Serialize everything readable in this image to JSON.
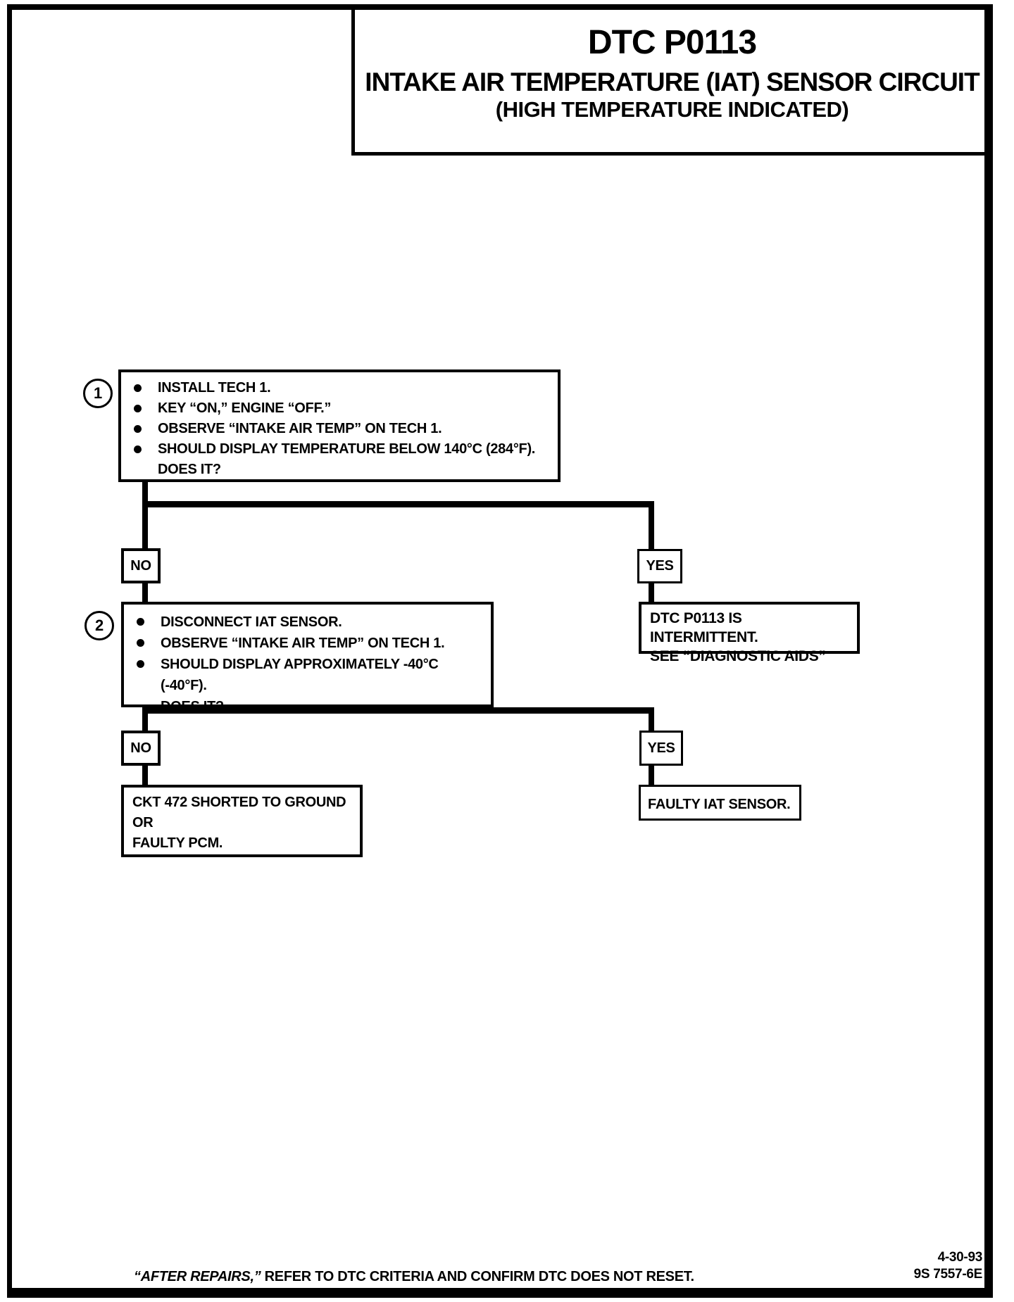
{
  "title": {
    "dtc": "DTC P0113",
    "subtitle": "INTAKE AIR TEMPERATURE (IAT) SENSOR CIRCUIT",
    "subtitle2": "(HIGH TEMPERATURE INDICATED)"
  },
  "steps": {
    "step1": {
      "number": "1",
      "bullets": [
        "INSTALL TECH 1.",
        "KEY “ON,” ENGINE “OFF.”",
        "OBSERVE “INTAKE AIR TEMP” ON TECH 1.",
        "SHOULD DISPLAY TEMPERATURE BELOW 140°C (284°F)."
      ],
      "question": "DOES IT?"
    },
    "step2": {
      "number": "2",
      "bullets": [
        "DISCONNECT IAT SENSOR.",
        "OBSERVE “INTAKE AIR TEMP” ON TECH 1.",
        "SHOULD DISPLAY APPROXIMATELY -40°C (-40°F)."
      ],
      "question": "DOES IT?"
    }
  },
  "labels": {
    "no": "NO",
    "yes": "YES"
  },
  "results": {
    "intermittent_line1": "DTC P0113 IS INTERMITTENT.",
    "intermittent_line2": "SEE “DIAGNOSTIC AIDS”",
    "ckt_line1": "CKT 472 SHORTED TO GROUND",
    "ckt_line2": "OR",
    "ckt_line3": "FAULTY PCM.",
    "faulty_iat": "FAULTY IAT SENSOR."
  },
  "footer": {
    "after_repairs": "“AFTER REPAIRS,”",
    "note": " REFER TO DTC CRITERIA AND CONFIRM DTC DOES NOT RESET.",
    "date": "4-30-93",
    "code": "9S 7557-6E"
  },
  "colors": {
    "ink": "#000000",
    "paper": "#ffffff"
  }
}
